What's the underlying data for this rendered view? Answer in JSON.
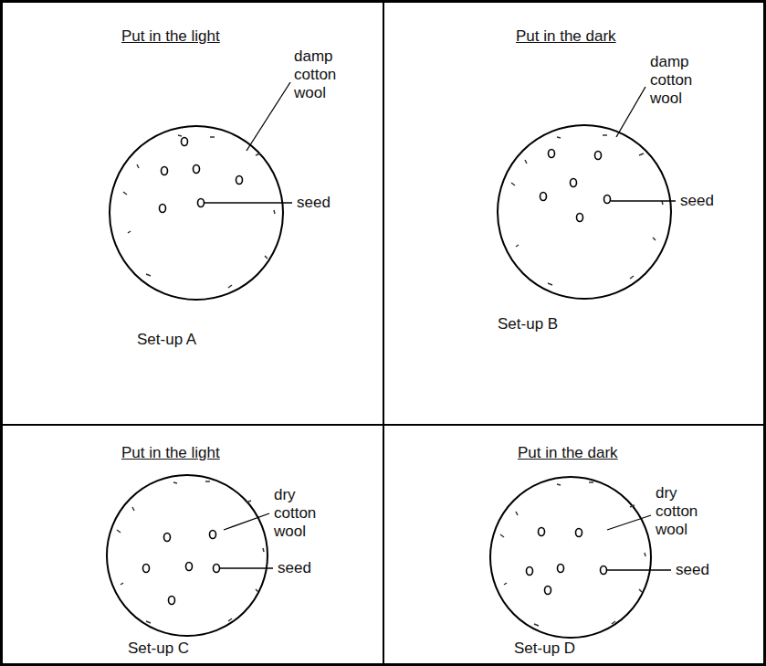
{
  "diagram": {
    "nodes": [
      {
        "text": [
          "Put in the light",
          "Set-up A"
        ]
      },
      {
        "text": [
          "Put in the dark",
          "Set-up B"
        ]
      },
      {
        "text": [
          "Put in the light",
          "Set-up C"
        ]
      },
      {
        "text": [
          "Put in the dark",
          "Set-up D"
        ]
      }
    ],
    "labels": [
      "damp cotton wool",
      "seed",
      "damp cotton wool",
      "seed",
      "dry cotton wool",
      "seed",
      "dry cotton wool",
      "seed"
    ]
  }
}
